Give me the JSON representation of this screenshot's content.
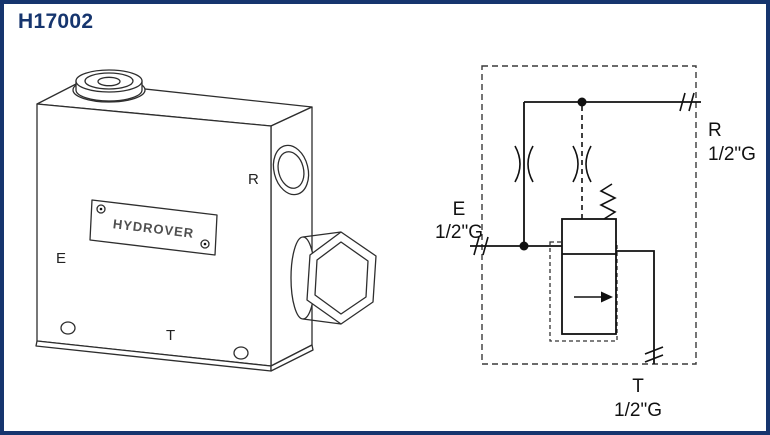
{
  "page": {
    "title": "H17002",
    "accent_color": "#16356e"
  },
  "drawing": {
    "brand_label": "HYDROVER",
    "port_labels": {
      "e": "E",
      "t": "T",
      "r": "R"
    }
  },
  "schematic": {
    "ports": {
      "r": {
        "name": "R",
        "size": "1/2\"G"
      },
      "e": {
        "name": "E",
        "size": "1/2\"G"
      },
      "t": {
        "name": "T",
        "size": "1/2\"G"
      }
    }
  }
}
